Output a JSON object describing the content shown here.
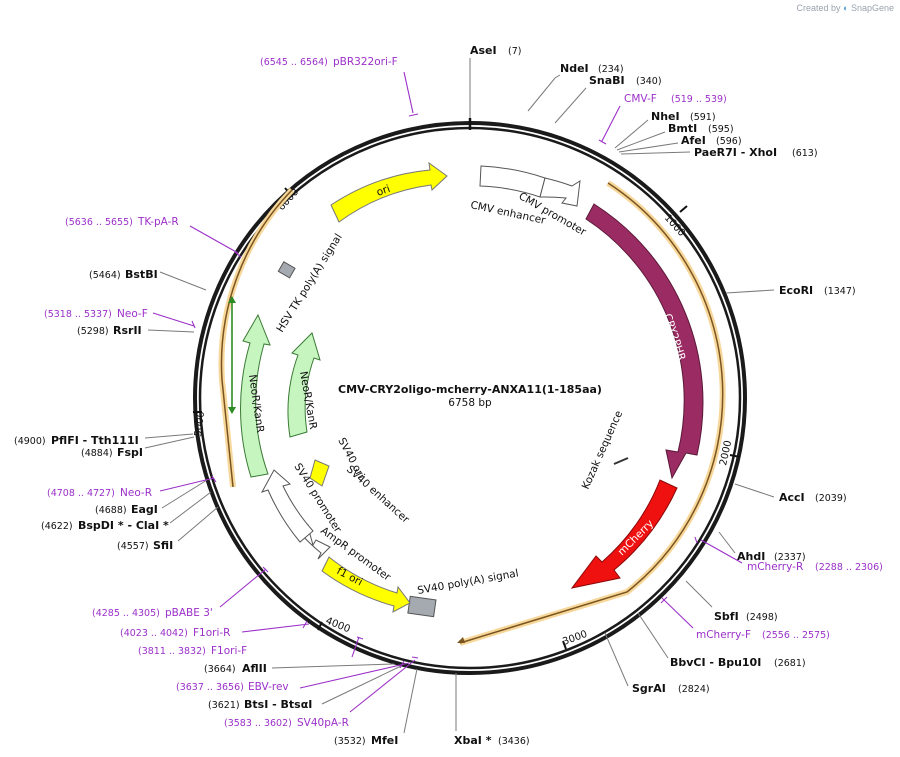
{
  "credit": {
    "prefix": "Created by",
    "brand": "SnapGene"
  },
  "plasmid": {
    "name": "CMV-CRY2oligo-mcherry-ANXA11(1-185aa)",
    "length_label": "6758 bp"
  },
  "ticks": [
    "1000",
    "2000",
    "3000",
    "4000",
    "5000",
    "6000"
  ],
  "sites": [
    {
      "name": "AseI",
      "pos": "(7)"
    },
    {
      "name": "NdeI",
      "pos": "(234)"
    },
    {
      "name": "SnaBI",
      "pos": "(340)"
    },
    {
      "name": "NheI",
      "pos": "(591)"
    },
    {
      "name": "BmtI",
      "pos": "(595)"
    },
    {
      "name": "AfeI",
      "pos": "(596)"
    },
    {
      "name": "PaeR7I  - XhoI",
      "pos": "(613)"
    },
    {
      "name": "EcoRI",
      "pos": "(1347)"
    },
    {
      "name": "AccI",
      "pos": "(2039)"
    },
    {
      "name": "AhdI",
      "pos": "(2337)"
    },
    {
      "name": "SbfI",
      "pos": "(2498)"
    },
    {
      "name": "BbvCI  - Bpu10I",
      "pos": "(2681)"
    },
    {
      "name": "SgrAI",
      "pos": "(2824)"
    },
    {
      "name": "XbaI *",
      "pos": "(3436)"
    },
    {
      "name": "MfeI",
      "pos": "(3532)"
    },
    {
      "name": "BtsI  - BtsαI",
      "pos": "(3621)"
    },
    {
      "name": "AflII",
      "pos": "(3664)"
    },
    {
      "name": "SfiI",
      "pos": "(4557)"
    },
    {
      "name": "BspDI *  - ClaI *",
      "pos": "(4622)"
    },
    {
      "name": "EagI",
      "pos": "(4688)"
    },
    {
      "name": "FspI",
      "pos": "(4884)"
    },
    {
      "name": "PflFI  - Tth111I",
      "pos": "(4900)"
    },
    {
      "name": "RsrII",
      "pos": "(5298)"
    },
    {
      "name": "BstBI",
      "pos": "(5464)"
    }
  ],
  "primers": [
    {
      "name": "pBR322ori-F",
      "pos": "(6545 .. 6564)"
    },
    {
      "name": "CMV-F",
      "pos": "(519 .. 539)"
    },
    {
      "name": "mCherry-R",
      "pos": "(2288 .. 2306)"
    },
    {
      "name": "mCherry-F",
      "pos": "(2556 .. 2575)"
    },
    {
      "name": "SV40pA-R",
      "pos": "(3583 .. 3602)"
    },
    {
      "name": "EBV-rev",
      "pos": "(3637 .. 3656)"
    },
    {
      "name": "F1ori-F",
      "pos": "(3811 .. 3832)"
    },
    {
      "name": "F1ori-R",
      "pos": "(4023 .. 4042)"
    },
    {
      "name": "pBABE 3'",
      "pos": "(4285 .. 4305)"
    },
    {
      "name": "Neo-R",
      "pos": "(4708 .. 4727)"
    },
    {
      "name": "Neo-F",
      "pos": "(5318 .. 5337)"
    },
    {
      "name": "TK-pA-R",
      "pos": "(5636 .. 5655)"
    }
  ],
  "features": {
    "cmv_promoter": "CMV promoter",
    "cmv_enhancer": "CMV enhancer",
    "cry2phr": "CRY2PHR",
    "kozak": "Kozak sequence",
    "mcherry": "mCherry",
    "sv40_polya": "SV40 poly(A) signal",
    "f1_ori": "f1 ori",
    "ampr_promoter": "AmpR promoter",
    "sv40_promoter": "SV40 promoter",
    "sv40_ori": "SV40 ori",
    "sv40_enhancer": "SV40 enhancer",
    "neor_inner": "NeoR/KanR",
    "neor_outer": "NeoR/KanR",
    "hsv_tk": "HSV TK poly(A) signal",
    "ori": "ori"
  },
  "colors": {
    "backbone": "#1a1a1a",
    "cry2": "#9b2c63",
    "mcherry": "#ef1010",
    "ori": "#ffff00",
    "neor": "#c6f5c0",
    "orf": "#f0b050",
    "primer": "#9b30c8",
    "gray_feature": "#a4aab0"
  }
}
